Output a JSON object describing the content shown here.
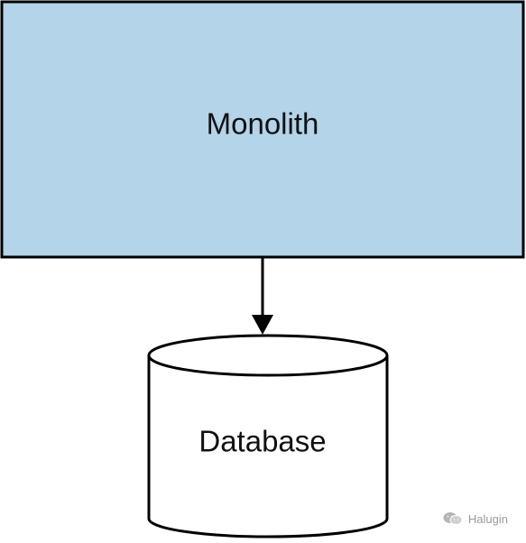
{
  "diagram": {
    "monolith": {
      "label": "Monolith",
      "fill": "#b3d4e9"
    },
    "database": {
      "label": "Database",
      "fill": "#ffffff"
    },
    "edge": {
      "from": "Monolith",
      "to": "Database"
    },
    "stroke": "#000000"
  },
  "watermark": {
    "text": "Halugin",
    "icon": "wechat-icon",
    "color": "#9a9a9a"
  }
}
